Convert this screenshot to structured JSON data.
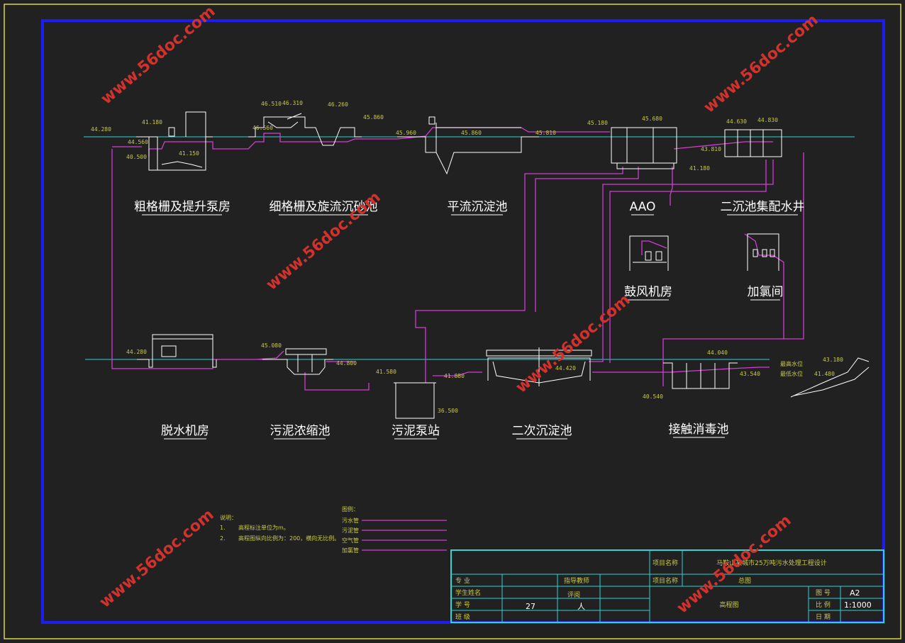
{
  "colors": {
    "background": "#212121",
    "outer_frame": "#d8d84a",
    "inner_frame": "#1d1df2",
    "ground_line": "#2fd4d4",
    "flow_pipe": "#d43cd4",
    "structure": "#ffffff",
    "elevation_text": "#c9c94a",
    "watermark": "#d2322d",
    "title_block": "#2fd4d4"
  },
  "watermark": "www.56doc.com",
  "units": {
    "coarse_screen": {
      "label": "粗格栅及提升泵房",
      "elevations": [
        "41.180",
        "44.280",
        "44.560",
        "40.500",
        "41.150"
      ]
    },
    "fine_screen": {
      "label": "细格栅及旋流沉砂池",
      "elevations": [
        "46.510",
        "46.310",
        "46.260",
        "46.560"
      ]
    },
    "primary_clarifier": {
      "label": "平流沉淀池",
      "elevations": [
        "45.860",
        "45.860",
        "45.960",
        "45.810"
      ]
    },
    "aao": {
      "label": "AAO",
      "elevations": [
        "45.180",
        "45.680",
        "41.180"
      ]
    },
    "distribution_well": {
      "label": "二沉池集配水井",
      "elevations": [
        "44.630",
        "44.830",
        "43.810"
      ]
    },
    "blower": {
      "label": "鼓风机房"
    },
    "chlorination": {
      "label": "加氯间"
    },
    "dewatering": {
      "label": "脱水机房",
      "elevations": [
        "44.280"
      ]
    },
    "thickener": {
      "label": "污泥浓缩池",
      "elevations": [
        "45.080",
        "44.800"
      ]
    },
    "sludge_pump": {
      "label": "污泥泵站",
      "elevations": [
        "41.580",
        "41.880",
        "36.500"
      ]
    },
    "secondary_clarifier": {
      "label": "二次沉淀池",
      "elevations": [
        "44.420"
      ]
    },
    "contact_tank": {
      "label": "接触消毒池",
      "elevations": [
        "44.040",
        "43.540",
        "40.540"
      ]
    },
    "outfall": {
      "flood_label": "最高水位",
      "low_label": "最低水位",
      "elevations": [
        "43.180",
        "41.480"
      ]
    }
  },
  "notes": {
    "heading": "说明：",
    "items": [
      {
        "num": "1.",
        "text": "高程标注单位为m。"
      },
      {
        "num": "2.",
        "text": "高程图纵向比例为：200，横向无比例。"
      }
    ]
  },
  "legend": {
    "heading": "图例：",
    "items": [
      "污水管",
      "污泥管",
      "空气管",
      "加氯管"
    ]
  },
  "title_block": {
    "project_name_label": "项目名称",
    "project_name_value": "马鞍山某城市25万吨污水处理工程设计",
    "drawing_name_label": "项目名称",
    "drawing_name_value": "总图",
    "major_label": "专  业",
    "advisor_label": "指导教师",
    "student_label": "学生姓名",
    "review_label": "评阅",
    "student_id_label": "学  号",
    "student_id_value": "27",
    "review_value": "人",
    "class_label": "班  级",
    "drawing_title": "高程图",
    "sheet_label": "图  号",
    "sheet_value": "A2",
    "scale_label": "比  例",
    "scale_value": "1:1000",
    "date_label": "日  期"
  }
}
